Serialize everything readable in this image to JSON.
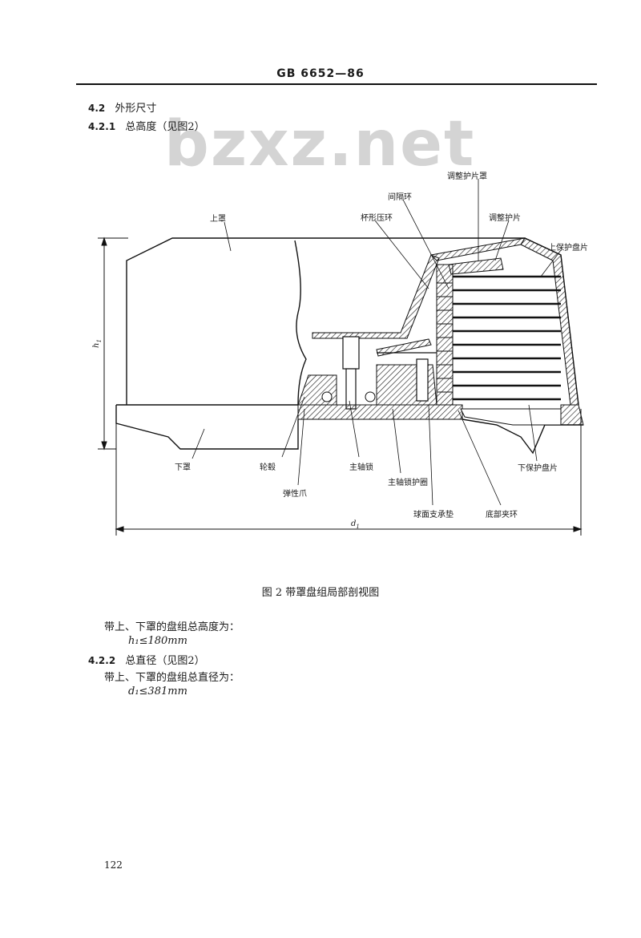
{
  "header": {
    "standard": "GB 6652—86"
  },
  "watermark": "bzxz.net",
  "sections": {
    "s42": {
      "num": "4.2",
      "title": "外形尺寸"
    },
    "s421": {
      "num": "4.2.1",
      "title": "总高度（见图2）"
    },
    "s422": {
      "num": "4.2.2",
      "title": "总直径（见图2）"
    }
  },
  "figure": {
    "labels": {
      "upper_cover": "上罩",
      "lower_cover": "下罩",
      "adjust_plate_cover": "调整护片罩",
      "spacer_ring": "间隔环",
      "cup_press_ring": "杯形压环",
      "adjust_plate": "调整护片",
      "upper_protect_plate": "上保护盘片",
      "hub": "轮毂",
      "spindle_lock": "主轴锁",
      "spindle_lock_guard": "主轴锁护圈",
      "elastic_claw": "弹性爪",
      "spherical_bearing_pad": "球面支承垫",
      "bottom_clamp_ring": "底部夹环",
      "lower_protect_plate": "下保护盘片",
      "h1": "h",
      "h1_sub": "1",
      "d1": "d",
      "d1_sub": "1"
    },
    "caption": "图 2    带罩盘组局部剖视图"
  },
  "body": {
    "height_text": "带上、下罩的盘组总高度为：",
    "height_value": "h₁≤180mm",
    "diameter_text": "带上、下罩的盘组总直径为：",
    "diameter_value": "d₁≤381mm"
  },
  "footer": {
    "page_number": "122"
  }
}
